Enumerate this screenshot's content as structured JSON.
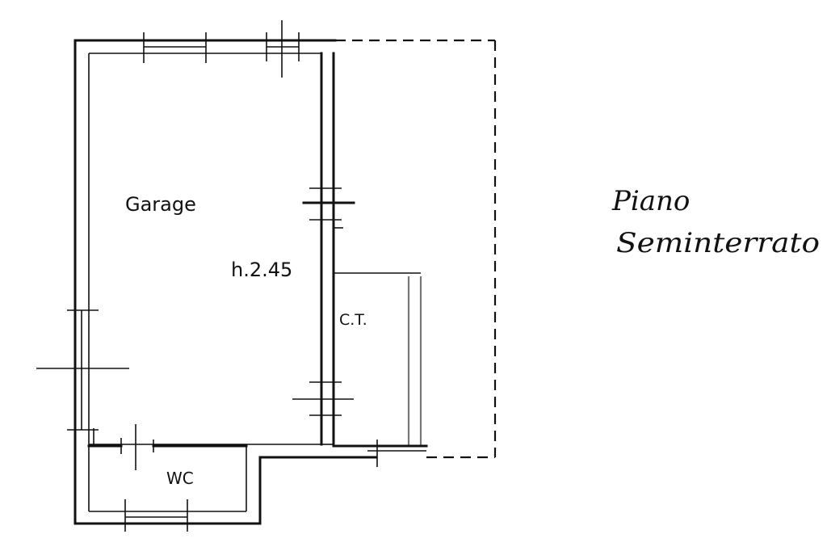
{
  "plan": {
    "rooms": {
      "garage": "Garage",
      "height": "h.2.45",
      "ct": "C.T.",
      "wc": "WC"
    },
    "floor_title": {
      "line1": "Piano",
      "line2": "Seminterrato"
    }
  }
}
